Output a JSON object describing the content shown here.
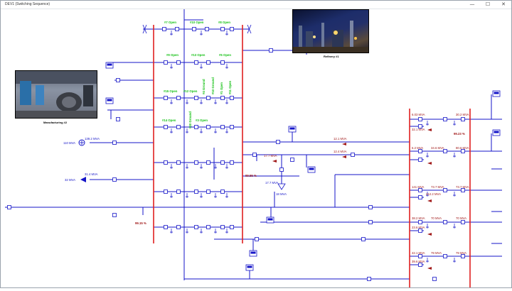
{
  "window": {
    "title": "DEV1 (Switching Sequence)",
    "min_glyph": "—",
    "max_glyph": "☐",
    "close_glyph": "✕"
  },
  "photos": {
    "refinery_caption": "Refinery #1",
    "manufacturing_caption": "Manufacturing #2"
  },
  "switch_labels": {
    "s47": "#7 Open",
    "s10": "#10 Open",
    "s8": "#8 Open",
    "s9": "#9 Open",
    "s13": "#13 Open",
    "s5": "#5 Open",
    "s15": "#15 Open",
    "s12": "#12 Open",
    "g4": "#4 Ground",
    "g10": "#10 Ground",
    "s1": "#1 Open",
    "s11": "#11 Open",
    "s14": "#14 Open",
    "g20": "#20 Ground",
    "s3": "#3 Open"
  },
  "left_feeds": {
    "mva_in": "139.2 MVA",
    "in_source": "110 MVA",
    "mva_out": "31.4 MVA",
    "out_load": "32 MVA"
  },
  "percentages": {
    "bus_a": "99.55 %",
    "bus_b": "99.15 %",
    "bus_right": "99.23 %"
  },
  "middle": {
    "m1": "12.1 MVA",
    "m2": "12.4 MVA",
    "m3": "17.7 MVA",
    "m4": "17.7 MVA",
    "m5": "18 MVA"
  },
  "right_flows": [
    {
      "a": "6.03 MVA",
      "b": "32.1 MVA",
      "c": "30.2 MVA"
    },
    {
      "a": "6.2 MVA",
      "b": "34.6 MVA",
      "c": "80.6 MVA"
    },
    {
      "a": "141 MVA",
      "b": "73.7 MVA",
      "c": "73.7 MVA"
    },
    {
      "a": "38.2 MVA",
      "b": "70 MVA",
      "c": "70 MVA"
    },
    {
      "a": "42.1 MVA",
      "b": "79 MVA",
      "c": "79 MVA"
    }
  ],
  "right_extra": {
    "r1": "212.2 MVA",
    "r2": "23.6 MVA",
    "r3": "39.6 MVA"
  },
  "colors": {
    "bus_red": "#e02020",
    "line_blue": "#1414c8",
    "open_green": "#13c013",
    "mva_red": "#a01818"
  }
}
